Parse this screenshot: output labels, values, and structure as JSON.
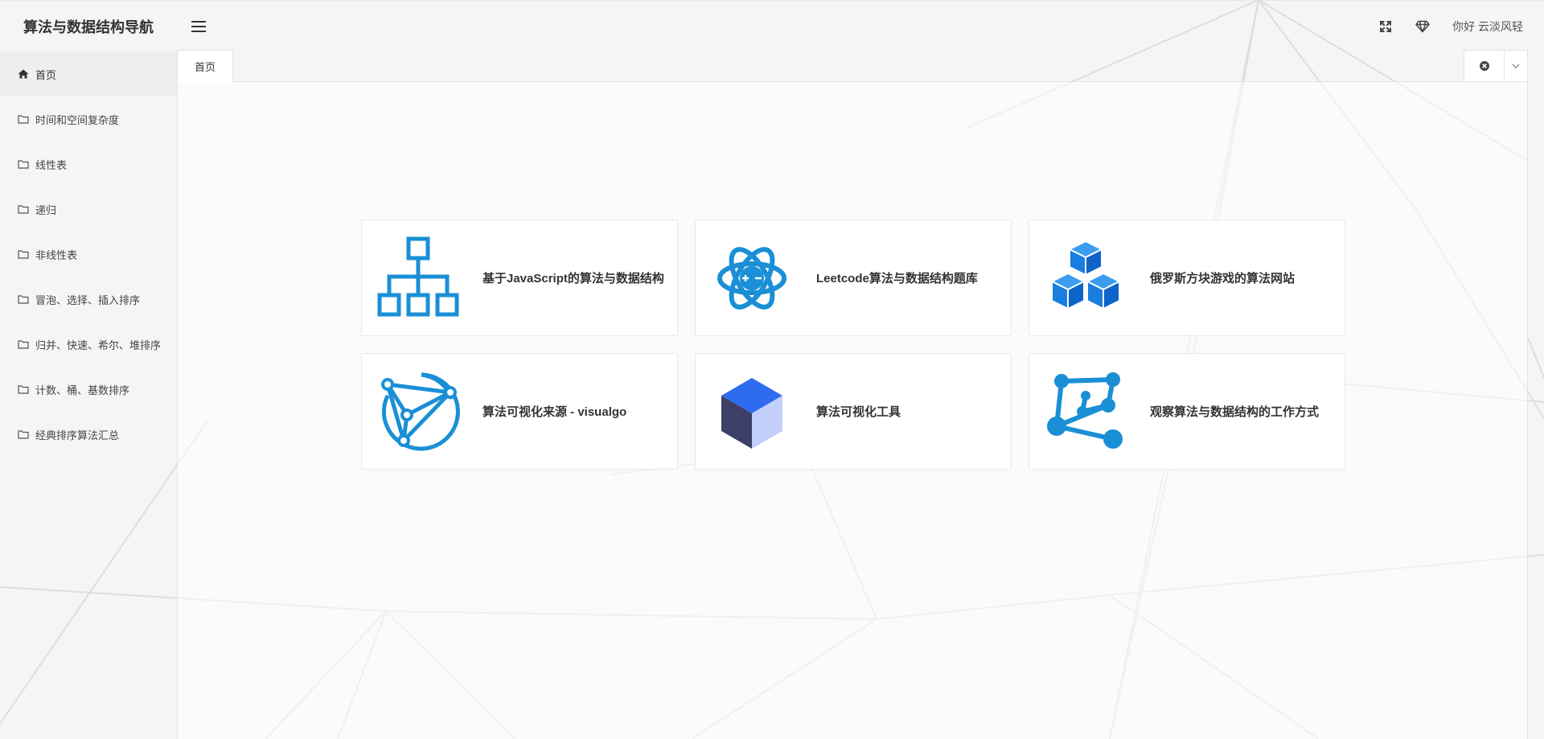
{
  "header": {
    "logo": "算法与数据结构导航",
    "greeting": "你好 云淡风轻"
  },
  "sidebar": {
    "items": [
      {
        "label": "首页",
        "icon": "home-icon",
        "active": true
      },
      {
        "label": "时间和空间复杂度",
        "icon": "folder-icon"
      },
      {
        "label": "线性表",
        "icon": "folder-icon"
      },
      {
        "label": "递归",
        "icon": "folder-icon"
      },
      {
        "label": "非线性表",
        "icon": "folder-icon"
      },
      {
        "label": "冒泡、选择、插入排序",
        "icon": "folder-icon"
      },
      {
        "label": "归并、快速、希尔、堆排序",
        "icon": "folder-icon"
      },
      {
        "label": "计数、桶、基数排序",
        "icon": "folder-icon"
      },
      {
        "label": "经典排序算法汇总",
        "icon": "folder-icon"
      }
    ]
  },
  "tabs": [
    {
      "label": "首页",
      "active": true
    }
  ],
  "cards": [
    {
      "title": "基于JavaScript的算法与数据结构",
      "icon": "hierarchy-icon"
    },
    {
      "title": "Leetcode算法与数据结构题库",
      "icon": "atom-icon"
    },
    {
      "title": "俄罗斯方块游戏的算法网站",
      "icon": "cubes-icon"
    },
    {
      "title": "算法可视化来源 - visualgo",
      "icon": "network-globe-icon"
    },
    {
      "title": "算法可视化工具",
      "icon": "cube-icon"
    },
    {
      "title": "观察算法与数据结构的工作方式",
      "icon": "graph-nodes-icon"
    }
  ],
  "colors": {
    "accent": "#1a8fd6",
    "cube_blue": "#2f6bf0"
  }
}
